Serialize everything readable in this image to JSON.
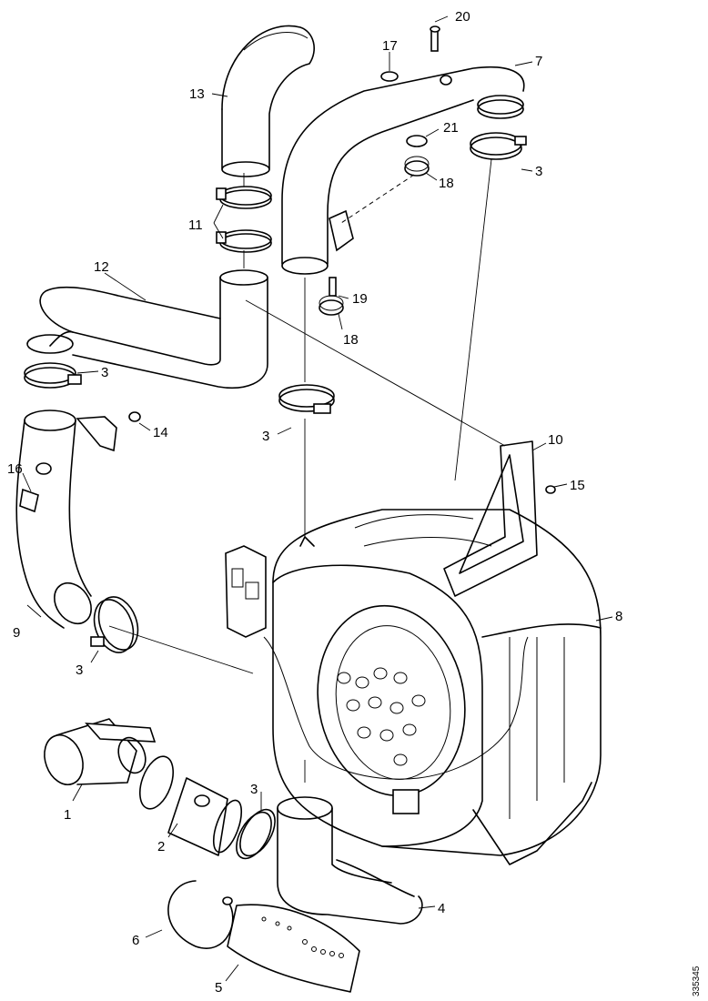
{
  "figure_id": "335345",
  "callouts": [
    "1",
    "2",
    "3",
    "3",
    "3",
    "3",
    "3",
    "4",
    "5",
    "6",
    "7",
    "8",
    "9",
    "10",
    "11",
    "12",
    "13",
    "14",
    "15",
    "16",
    "17",
    "18",
    "18",
    "19",
    "20",
    "21"
  ]
}
